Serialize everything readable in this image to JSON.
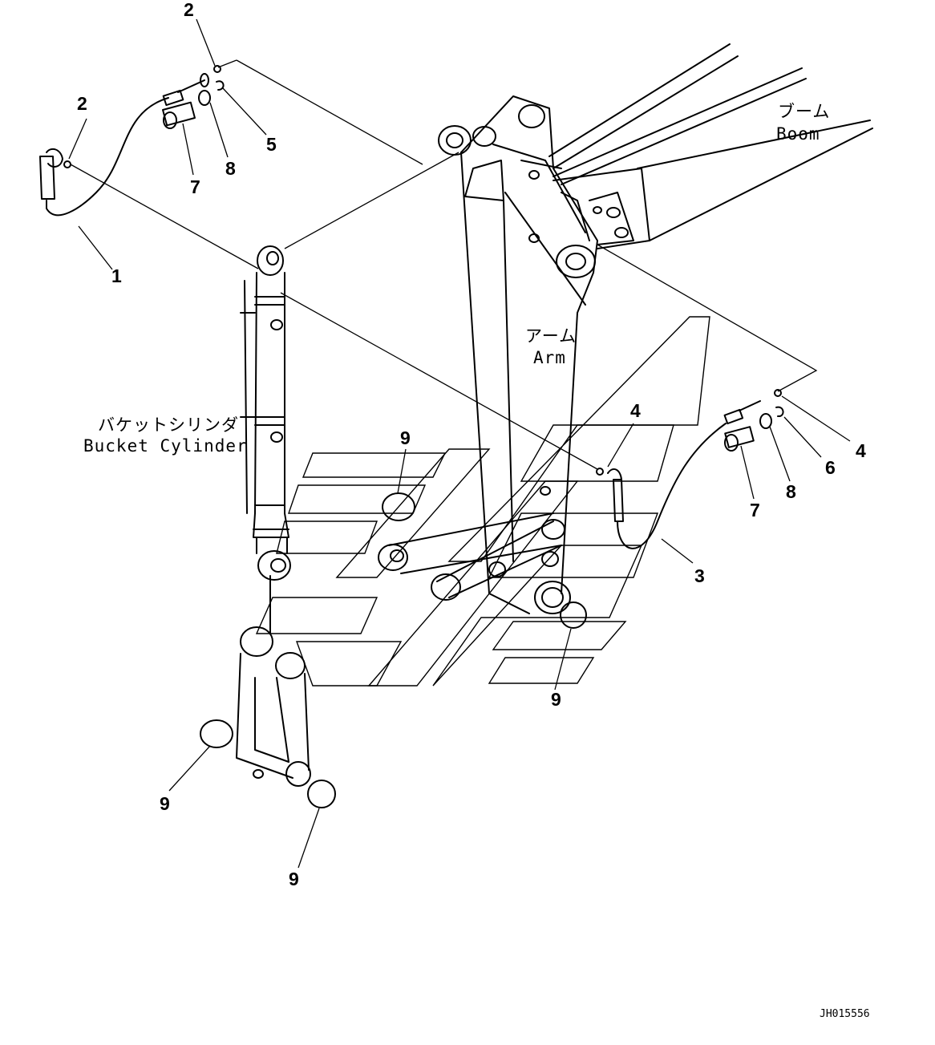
{
  "labels": {
    "boom_jp": "ブーム",
    "boom_en": "Boom",
    "arm_jp": "アーム",
    "arm_en": "Arm",
    "bucket_cylinder_jp": "バケットシリンダ",
    "bucket_cylinder_en": "Bucket Cylinder"
  },
  "callouts": {
    "c1": "1",
    "c2a": "2",
    "c2b": "2",
    "c3": "3",
    "c4a": "4",
    "c4b": "4",
    "c5": "5",
    "c6": "6",
    "c7a": "7",
    "c7b": "7",
    "c8a": "8",
    "c8b": "8",
    "c9a": "9",
    "c9b": "9",
    "c9c": "9",
    "c9d": "9"
  },
  "drawing_ref": "JH015556"
}
